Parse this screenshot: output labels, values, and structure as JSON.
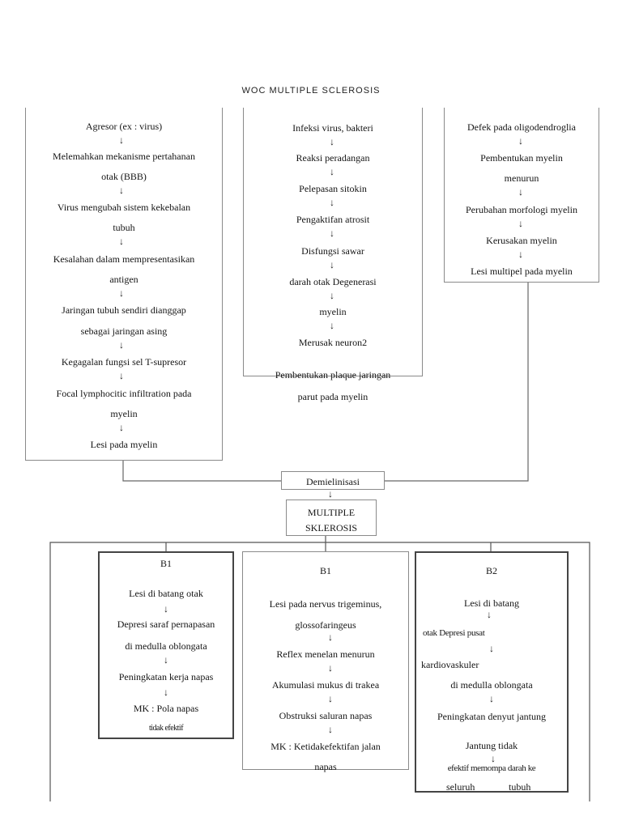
{
  "title": "WOC MULTIPLE SCLEROSIS",
  "left_chain": [
    "Agresor (ex : virus)",
    "Melemahkan mekanisme pertahanan",
    "otak (BBB)",
    "Virus mengubah sistem kekebalan",
    "tubuh",
    "Kesalahan dalam mempresentasikan",
    "antigen",
    "Jaringan tubuh sendiri dianggap",
    "sebagai jaringan asing",
    "Kegagalan fungsi sel T-supresor",
    "Focal lymphocitic infiltration pada",
    "myelin",
    "Lesi pada myelin"
  ],
  "middle_chain": [
    "Infeksi virus, bakteri",
    "Reaksi peradangan",
    "Pelepasan sitokin",
    "Pengaktifan atrosit",
    "Disfungsi sawar",
    "darah  otak Degenerasi",
    "myelin",
    "Merusak neuron2",
    "Pembentukan plaque jaringan",
    "parut pada myelin"
  ],
  "right_chain": [
    "Defek pada oligodendroglia",
    "Pembentukan myelin",
    "menurun",
    "Perubahan morfologi myelin",
    "Kerusakan myelin",
    "Lesi multipel pada myelin"
  ],
  "demyelination": "Demielinisasi",
  "ms_box": [
    "MULTIPLE",
    "SKLEROSIS"
  ],
  "b1_left": {
    "heading": "B1",
    "lines": [
      "Lesi di batang otak",
      "Depresi saraf pernapasan",
      "di medulla oblongata",
      "Peningkatan kerja napas",
      "MK : Pola napas",
      "tidak efektif"
    ]
  },
  "b1_middle": {
    "heading": "B1",
    "lines": [
      "Lesi pada nervus trigeminus,",
      "glossofaringeus",
      "Reflex menelan menurun",
      "Akumulasi mukus di trakea",
      "Obstruksi saluran napas",
      "MK : Ketidakefektifan jalan",
      "napas"
    ]
  },
  "b2_right": {
    "heading": "B2",
    "lines": [
      "Lesi di batang",
      "otak Depresi pusat",
      "kardiovaskuler",
      "di medulla oblongata",
      "Peningkatan denyut jantung",
      "Jantung tidak",
      "efektif memompa darah ke",
      "seluruh",
      "tubuh"
    ]
  },
  "arrow_glyph": "↓"
}
